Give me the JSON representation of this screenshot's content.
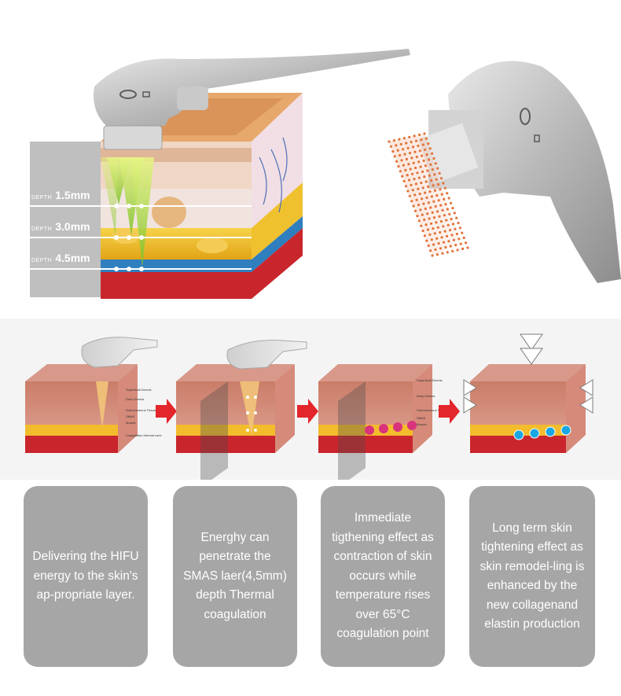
{
  "depth_scale": {
    "prefix": "DEPTH",
    "levels": [
      "1.5mm",
      "3.0mm",
      "4.5mm"
    ]
  },
  "steps": [
    {
      "caption": "Delivering the HIFU energy to the skin's ap-propriate layer."
    },
    {
      "caption": "Energhy can penetrate the SMAS laer(4,5mm) depth Thermal coagulation"
    },
    {
      "caption": "Immediate tigthening effect as contraction of skin occurs while temperature rises over 65°C coagulation point"
    },
    {
      "caption": "Long term skin tightening effect as  skin remodel-ling is enhanced by the new collagenand elastin production"
    }
  ],
  "colors": {
    "caption_bg": "#a6a6a6",
    "arrow": "#e3262b",
    "energy_beam": "#b7e03a",
    "dermis": "#d98a72",
    "fat": "#f2c12c",
    "muscle": "#c9252c"
  },
  "icons": [
    "hifu-handpiece",
    "skin-cross-section",
    "right-arrow-icon",
    "compression-arrow-icon"
  ]
}
